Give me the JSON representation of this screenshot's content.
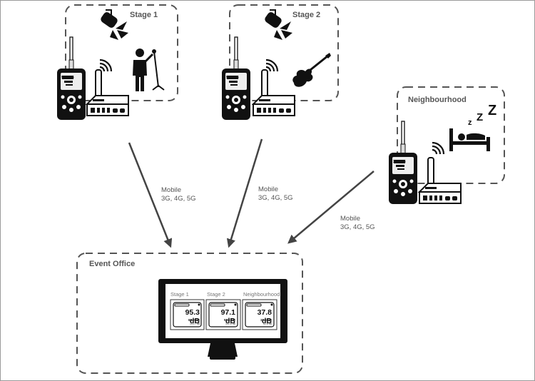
{
  "zones": {
    "stage1": {
      "title": "Stage 1",
      "meter_reading": "95.3 dB",
      "scene": "singer-with-microphone"
    },
    "stage2": {
      "title": "Stage 2",
      "meter_reading": "97.1 dB",
      "scene": "electric-guitar"
    },
    "neighbourhood": {
      "title": "Neighbourhood",
      "meter_reading": "37.8 dB",
      "scene": "sleeping-person-in-bed",
      "sleep_glyphs": [
        "z",
        "Z",
        "Z"
      ]
    },
    "office": {
      "title": "Event Office"
    }
  },
  "links": [
    {
      "title": "Mobile",
      "detail": "3G, 4G, 5G"
    },
    {
      "title": "Mobile",
      "detail": "3G, 4G, 5G"
    },
    {
      "title": "Mobile",
      "detail": "3G, 4G, 5G"
    }
  ],
  "dashboard": {
    "panels": [
      {
        "label": "Stage 1",
        "level": "95.3 dB",
        "min": "86.9 dB",
        "max": "103.7 dB"
      },
      {
        "label": "Stage 2",
        "level": "97.1 dB",
        "min": "92.1 dB",
        "max": "101.6 dB"
      },
      {
        "label": "Neighbourhood",
        "level": "37.8 dB",
        "min": "32.4 dB",
        "max": "52.8 dB"
      }
    ]
  },
  "colors": {
    "dash": "#555555",
    "arrow": "#444444",
    "ink": "#111111",
    "text": "#555555"
  }
}
